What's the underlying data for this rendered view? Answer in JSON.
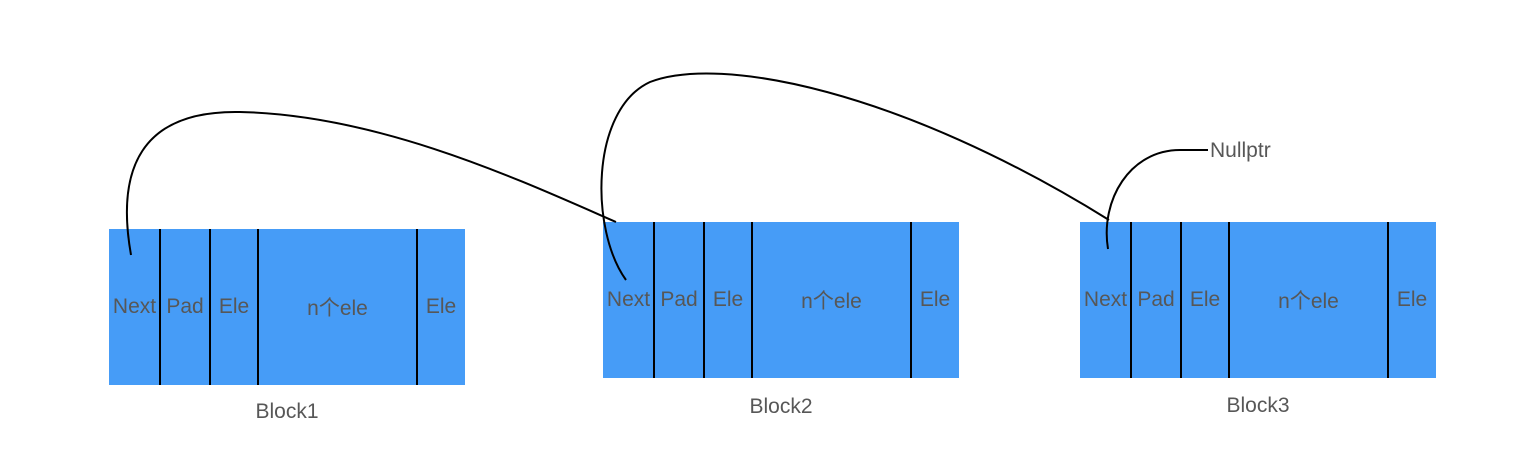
{
  "blocks": [
    {
      "title": "Block1",
      "cells": [
        "Next",
        "Pad",
        "Ele",
        "n个ele",
        "Ele"
      ]
    },
    {
      "title": "Block2",
      "cells": [
        "Next",
        "Pad",
        "Ele",
        "n个ele",
        "Ele"
      ]
    },
    {
      "title": "Block3",
      "cells": [
        "Next",
        "Pad",
        "Ele",
        "n个ele",
        "Ele"
      ]
    }
  ],
  "terminator": "Nullptr",
  "colors": {
    "block_fill": "#469cf7",
    "link_line": "#000000",
    "text": "#575757"
  }
}
